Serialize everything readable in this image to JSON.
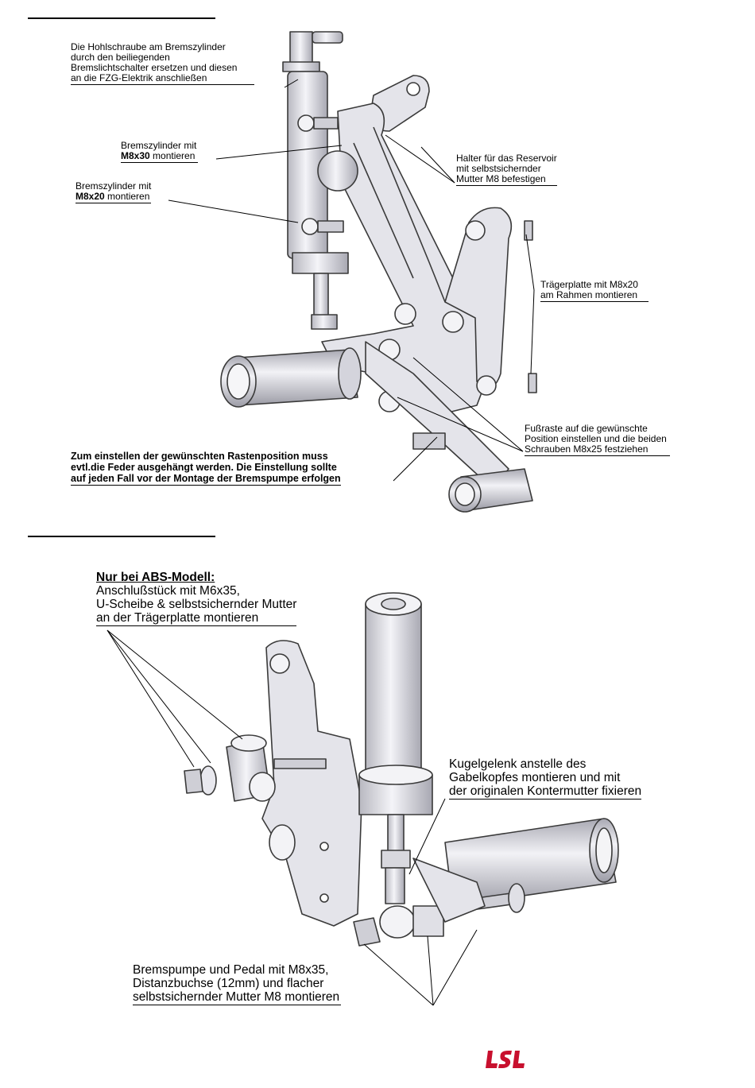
{
  "figure1": {
    "notes": {
      "hohlschraube": [
        "Die Hohlschraube am Bremszylinder",
        "durch den beiliegenden",
        "Bremslichtschalter ersetzen und diesen",
        "an die FZG-Elektrik anschließen"
      ],
      "m8x30": {
        "line1": "Bremszylinder mit",
        "bold": "M8x30",
        "rest": " montieren"
      },
      "m8x20": {
        "line1": "Bremszylinder mit",
        "bold": "M8x20",
        "rest": " montieren"
      },
      "halter": [
        "Halter für das Reservoir",
        "mit selbstsichernder",
        "Mutter M8 befestigen"
      ],
      "traegerplatte": [
        "Trägerplatte mit M8x20",
        "am Rahmen montieren"
      ],
      "fussraste": [
        "Fußraste auf die gewünschte",
        "Position einstellen und die beiden",
        "Schrauben M8x25 festziehen"
      ],
      "feder": [
        "Zum einstellen der gewünschten Rastenposition muss",
        "evtl.die Feder ausgehängt werden. Die Einstellung sollte",
        "auf jeden Fall vor der Montage der Bremspumpe erfolgen"
      ]
    }
  },
  "figure2": {
    "notes": {
      "abs_title": "Nur bei ABS-Modell:",
      "abs": [
        "Anschlußstück mit M6x35,",
        "U-Scheibe & selbstsichernder Mutter",
        "an der Trägerplatte montieren"
      ],
      "kugelgelenk": [
        "Kugelgelenk anstelle des",
        "Gabelkopfes montieren und mit",
        "der originalen Kontermutter fixieren"
      ],
      "bremspumpe": [
        "Bremspumpe und Pedal mit M8x35,",
        "Distanzbuchse (12mm) und flacher",
        "selbstsichernder Mutter M8 montieren"
      ]
    }
  },
  "logo": {
    "text": "LSL",
    "color": "#c8102e"
  },
  "colors": {
    "ink": "#000000",
    "part_fill": "#e4e4ea",
    "part_stroke": "#3a3a3a",
    "logo": "#c8102e"
  }
}
